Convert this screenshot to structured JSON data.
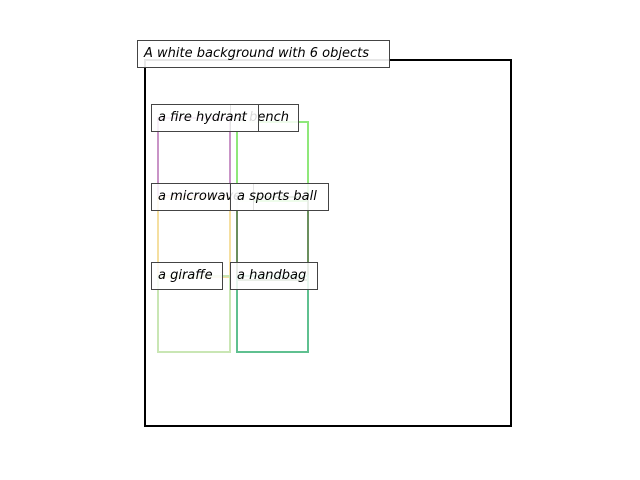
{
  "title": "A white background with 6 objects",
  "objects": [
    {
      "label": "a fire hydrant",
      "color": "#c994c7"
    },
    {
      "label": "a bench",
      "color": "#8fe87a"
    },
    {
      "label": "a microwave",
      "color": "#f5dfa0"
    },
    {
      "label": "a sports ball",
      "color": "#6b8f5e"
    },
    {
      "label": "a giraffe",
      "color": "#c9e6b4"
    },
    {
      "label": "a handbag",
      "color": "#5fc090"
    }
  ]
}
